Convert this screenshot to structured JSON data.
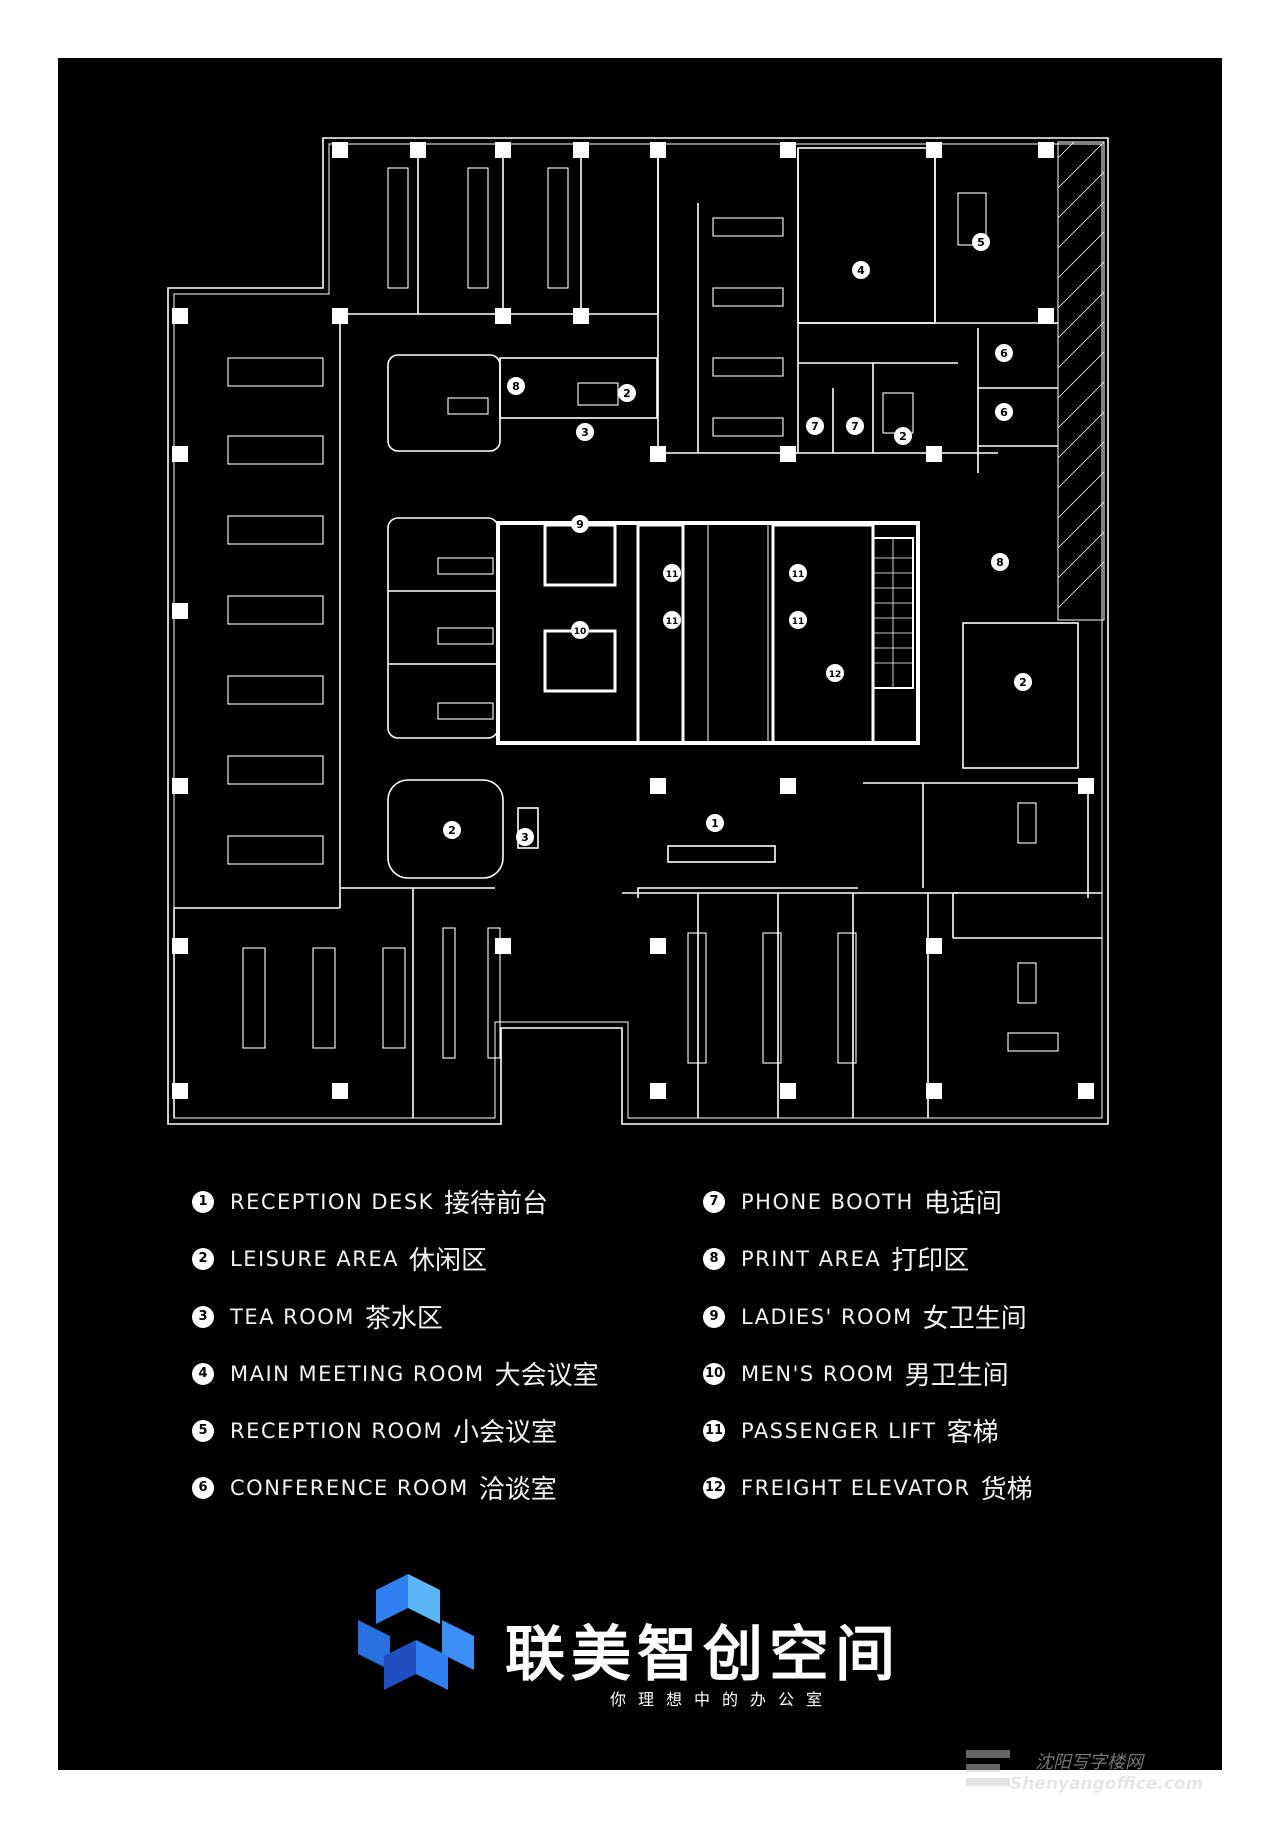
{
  "plan": {
    "markers": [
      "1",
      "2",
      "3",
      "4",
      "5",
      "6",
      "7",
      "8",
      "9",
      "10",
      "11",
      "12"
    ]
  },
  "legend": [
    {
      "num": "1",
      "en": "RECEPTION DESK",
      "zh": "接待前台"
    },
    {
      "num": "2",
      "en": "LEISURE AREA",
      "zh": "休闲区"
    },
    {
      "num": "3",
      "en": "TEA ROOM",
      "zh": "茶水区"
    },
    {
      "num": "4",
      "en": "MAIN MEETING ROOM",
      "zh": "大会议室"
    },
    {
      "num": "5",
      "en": "RECEPTION ROOM",
      "zh": "小会议室"
    },
    {
      "num": "6",
      "en": "CONFERENCE ROOM",
      "zh": "洽谈室"
    },
    {
      "num": "7",
      "en": "PHONE BOOTH",
      "zh": "电话间"
    },
    {
      "num": "8",
      "en": "PRINT AREA",
      "zh": "打印区"
    },
    {
      "num": "9",
      "en": "LADIES' ROOM",
      "zh": "女卫生间"
    },
    {
      "num": "10",
      "en": "MEN'S ROOM",
      "zh": "男卫生间"
    },
    {
      "num": "11",
      "en": "PASSENGER LIFT",
      "zh": "客梯"
    },
    {
      "num": "12",
      "en": "FREIGHT ELEVATOR",
      "zh": "货梯"
    }
  ],
  "brand": {
    "name": "联美智创空间",
    "tagline": "你理想中的办公室"
  },
  "watermark": {
    "line1": "沈阳写字楼网",
    "line2": "Shenyangoffice.com"
  },
  "colors": {
    "background": "#000000",
    "line": "#ffffff",
    "logo_blue": "#2f7ff0",
    "logo_light": "#5ab6f8",
    "logo_dark": "#1f4fc0"
  }
}
